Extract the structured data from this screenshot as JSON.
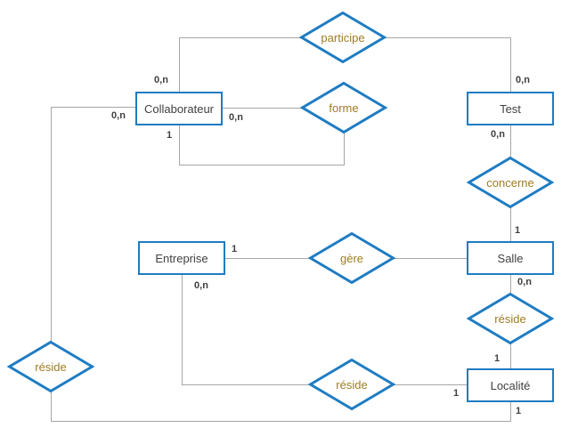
{
  "colors": {
    "shape_stroke": "#1e7cc2",
    "relation_text": "#9e7c20",
    "entity_text": "#404040",
    "connector": "#a6a6a6",
    "cardinality_text": "#3f3f3f",
    "background": "#ffffff"
  },
  "diagram": {
    "type": "entity-relationship",
    "entities": [
      {
        "label": "Collaborateur"
      },
      {
        "label": "Test"
      },
      {
        "label": "Entreprise"
      },
      {
        "label": "Salle"
      },
      {
        "label": "Localité"
      }
    ],
    "relations": [
      {
        "label": "participe"
      },
      {
        "label": "forme"
      },
      {
        "label": "concerne"
      },
      {
        "label": "gère"
      },
      {
        "label": "réside"
      },
      {
        "label": "réside"
      },
      {
        "label": "réside"
      }
    ],
    "cardinalities": [
      {
        "label": "0,n"
      },
      {
        "label": "0,n"
      },
      {
        "label": "0,n"
      },
      {
        "label": "0,n"
      },
      {
        "label": "1"
      },
      {
        "label": "0,n"
      },
      {
        "label": "1"
      },
      {
        "label": "1"
      },
      {
        "label": "0,n"
      },
      {
        "label": "0,n"
      },
      {
        "label": "1"
      },
      {
        "label": "1"
      },
      {
        "label": "1"
      }
    ]
  }
}
